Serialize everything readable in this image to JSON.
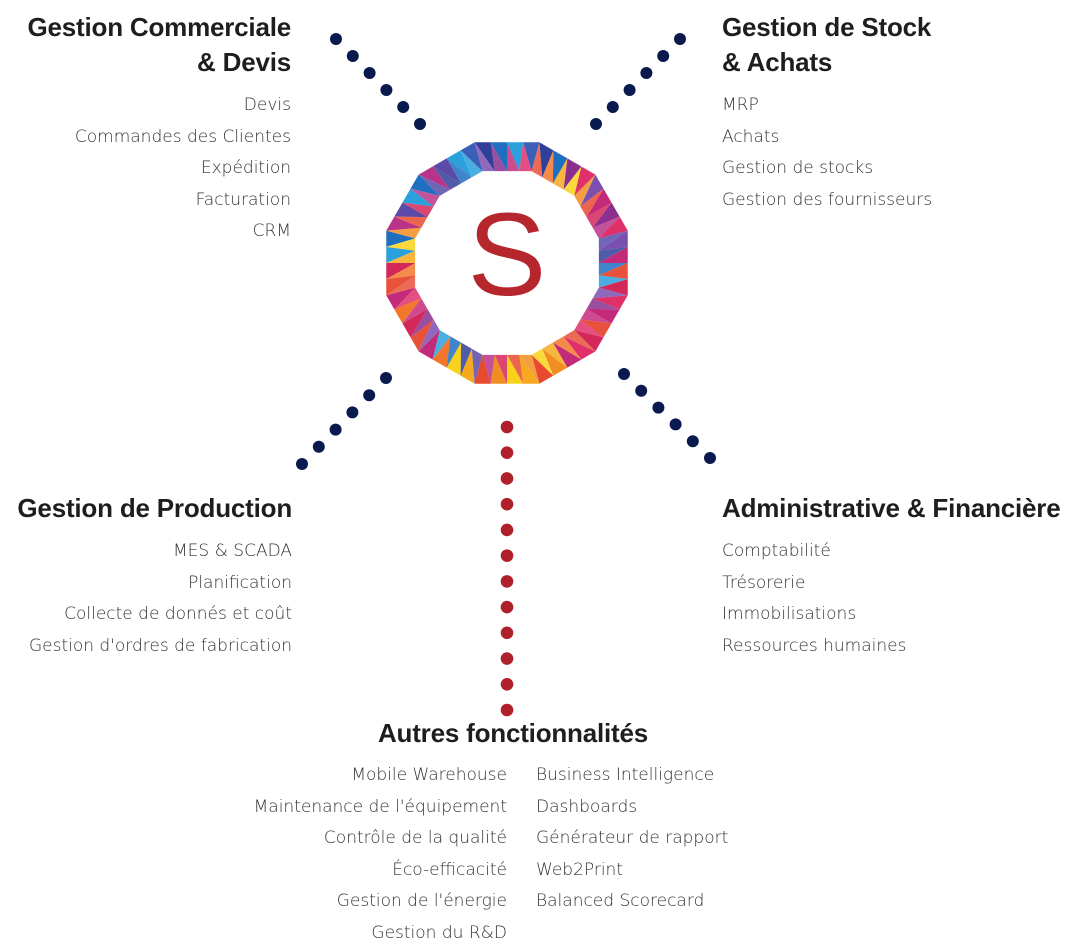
{
  "logo": {
    "letter": "S"
  },
  "colors": {
    "dots_blue": "#0a1a4f",
    "dots_red": "#b0202a",
    "logo_letter": "#b5272d"
  },
  "sections": {
    "commerciale": {
      "title_line1": "Gestion Commerciale",
      "title_line2": "& Devis",
      "items": [
        "Devis",
        "Commandes des Clientes",
        "Expédition",
        "Facturation",
        "CRM"
      ]
    },
    "stock": {
      "title_line1": "Gestion de Stock",
      "title_line2": "& Achats",
      "items": [
        "MRP",
        "Achats",
        "Gestion de stocks",
        "Gestion des fournisseurs"
      ]
    },
    "production": {
      "title": "Gestion de Production",
      "items": [
        "MES & SCADA",
        "Planification",
        "Collecte de donnés et coût",
        "Gestion d'ordres de fabrication"
      ]
    },
    "admin": {
      "title": "Administrative & Financière",
      "items": [
        "Comptabilité",
        "Trésorerie",
        "Immobilisations",
        "Ressources humaines"
      ]
    },
    "autres": {
      "title": "Autres fonctionnalités",
      "left_items": [
        "Mobile Warehouse",
        "Maintenance de l'équipement",
        "Contrôle de la qualité",
        "Éco-efficacité",
        "Gestion de l'énergie",
        "Gestion du R&D"
      ],
      "right_items": [
        "Business Intelligence",
        "Dashboards",
        "Générateur de rapport",
        "Web2Print",
        "Balanced Scorecard"
      ]
    }
  }
}
